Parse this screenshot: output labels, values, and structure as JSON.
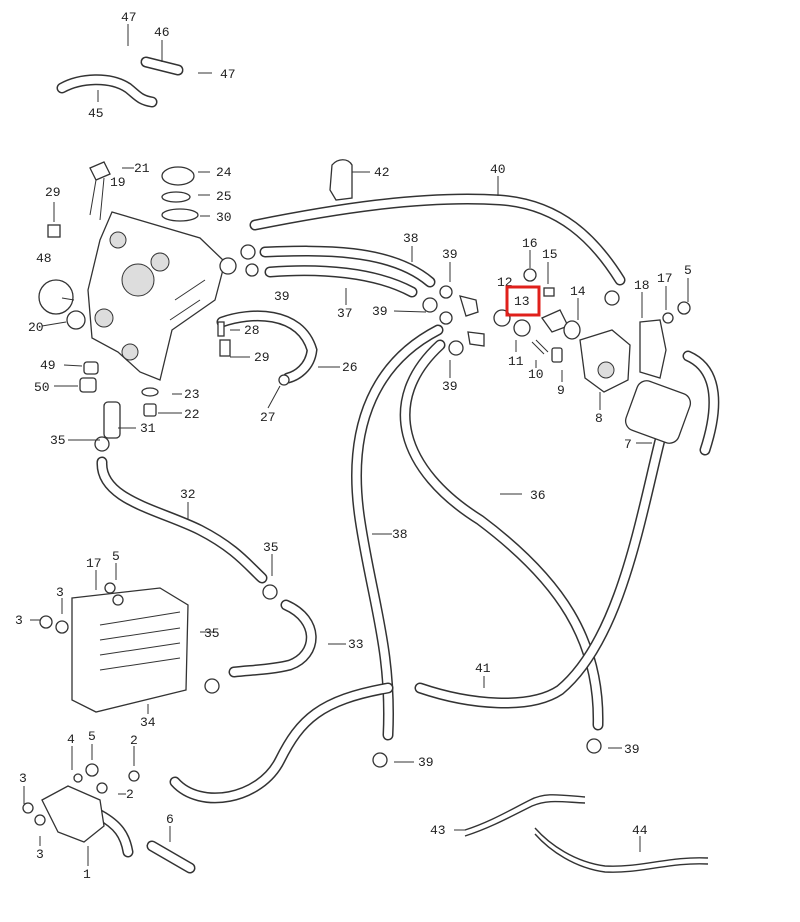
{
  "highlight": {
    "label": "13",
    "color": "#e0201b"
  },
  "callouts": [
    {
      "id": "c47a",
      "text": "47"
    },
    {
      "id": "c46",
      "text": "46"
    },
    {
      "id": "c47b",
      "text": "47"
    },
    {
      "id": "c45",
      "text": "45"
    },
    {
      "id": "c21",
      "text": "21"
    },
    {
      "id": "c19",
      "text": "19"
    },
    {
      "id": "c24",
      "text": "24"
    },
    {
      "id": "c25",
      "text": "25"
    },
    {
      "id": "c30",
      "text": "30"
    },
    {
      "id": "c29a",
      "text": "29"
    },
    {
      "id": "c48",
      "text": "48"
    },
    {
      "id": "c20",
      "text": "20"
    },
    {
      "id": "c49",
      "text": "49"
    },
    {
      "id": "c50",
      "text": "50"
    },
    {
      "id": "c35a",
      "text": "35"
    },
    {
      "id": "c23",
      "text": "23"
    },
    {
      "id": "c22",
      "text": "22"
    },
    {
      "id": "c31",
      "text": "31"
    },
    {
      "id": "c28",
      "text": "28"
    },
    {
      "id": "c29b",
      "text": "29"
    },
    {
      "id": "c26",
      "text": "26"
    },
    {
      "id": "c27",
      "text": "27"
    },
    {
      "id": "c42",
      "text": "42"
    },
    {
      "id": "c40",
      "text": "40"
    },
    {
      "id": "c38a",
      "text": "38"
    },
    {
      "id": "c39a",
      "text": "39"
    },
    {
      "id": "c39b",
      "text": "39"
    },
    {
      "id": "c37",
      "text": "37"
    },
    {
      "id": "c39c",
      "text": "39"
    },
    {
      "id": "c39d",
      "text": "39"
    },
    {
      "id": "c16",
      "text": "16"
    },
    {
      "id": "c12",
      "text": "12"
    },
    {
      "id": "c15",
      "text": "15"
    },
    {
      "id": "c13",
      "text": "13"
    },
    {
      "id": "c14",
      "text": "14"
    },
    {
      "id": "c18",
      "text": "18"
    },
    {
      "id": "c17a",
      "text": "17"
    },
    {
      "id": "c5a",
      "text": "5"
    },
    {
      "id": "c11",
      "text": "11"
    },
    {
      "id": "c10",
      "text": "10"
    },
    {
      "id": "c9",
      "text": "9"
    },
    {
      "id": "c8",
      "text": "8"
    },
    {
      "id": "c7",
      "text": "7"
    },
    {
      "id": "c36",
      "text": "36"
    },
    {
      "id": "c32",
      "text": "32"
    },
    {
      "id": "c38b",
      "text": "38"
    },
    {
      "id": "c35b",
      "text": "35"
    },
    {
      "id": "c17b",
      "text": "17"
    },
    {
      "id": "c5b",
      "text": "5"
    },
    {
      "id": "c3a",
      "text": "3"
    },
    {
      "id": "c3b",
      "text": "3"
    },
    {
      "id": "c35c",
      "text": "35"
    },
    {
      "id": "c33",
      "text": "33"
    },
    {
      "id": "c34",
      "text": "34"
    },
    {
      "id": "c41",
      "text": "41"
    },
    {
      "id": "c39e",
      "text": "39"
    },
    {
      "id": "c39f",
      "text": "39"
    },
    {
      "id": "c4",
      "text": "4"
    },
    {
      "id": "c5c",
      "text": "5"
    },
    {
      "id": "c2a",
      "text": "2"
    },
    {
      "id": "c2b",
      "text": "2"
    },
    {
      "id": "c3c",
      "text": "3"
    },
    {
      "id": "c3d",
      "text": "3"
    },
    {
      "id": "c6",
      "text": "6"
    },
    {
      "id": "c1",
      "text": "1"
    },
    {
      "id": "c43",
      "text": "43"
    },
    {
      "id": "c44",
      "text": "44"
    }
  ]
}
